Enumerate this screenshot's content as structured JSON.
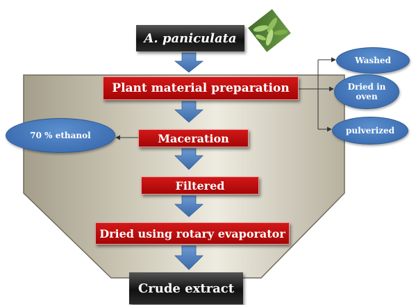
{
  "start": {
    "label": "A. paniculata",
    "image": "plant-leaves-icon"
  },
  "steps": [
    {
      "label": "Plant material preparation"
    },
    {
      "label": "Maceration"
    },
    {
      "label": "Filtered"
    },
    {
      "label": "Dried using rotary evaporator"
    }
  ],
  "end": {
    "label": "Crude extract"
  },
  "solvent": {
    "label": "70 % ethanol"
  },
  "preparation_substeps": [
    {
      "label": "Washed"
    },
    {
      "label": "Dried in oven"
    },
    {
      "label": "pulverized"
    }
  ],
  "colors": {
    "step_box": "#c01010",
    "dark_box": "#1a1a1a",
    "oval": "#4a7fc0",
    "arrow": "#4f81bd",
    "funnel": "#9c9683"
  }
}
